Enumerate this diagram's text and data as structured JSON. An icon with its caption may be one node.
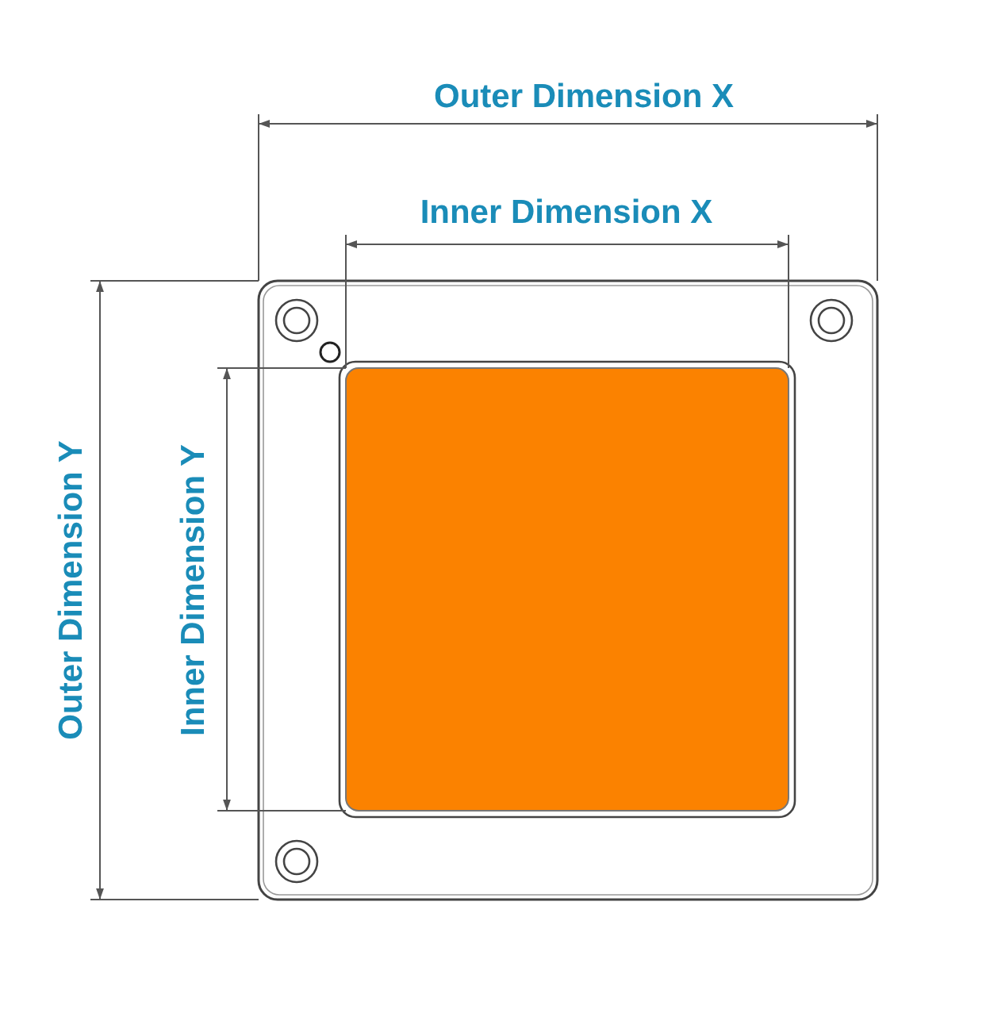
{
  "diagram": {
    "labels": [
      "Outer Dimension X",
      "Inner Dimension X",
      "Outer Dimension Y",
      "Inner Dimension Y"
    ]
  }
}
